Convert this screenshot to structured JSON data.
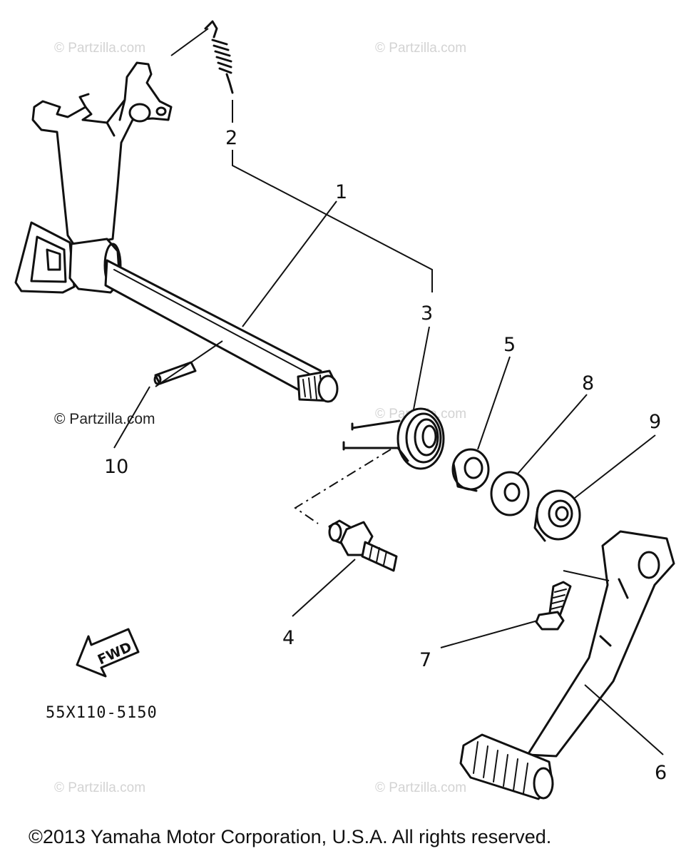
{
  "watermarks": [
    "© Partzilla.com",
    "© Partzilla.com",
    "© Partzilla.com",
    "© Partzilla.com",
    "© Partzilla.com",
    "© Partzilla.com"
  ],
  "watermark_primary": "© Partzilla.com",
  "callouts": [
    "1",
    "2",
    "3",
    "4",
    "5",
    "6",
    "7",
    "8",
    "9",
    "10"
  ],
  "fwd_label": "FWD",
  "diagram_code": "55X110-5150",
  "copyright": "©2013  Yamaha Motor Corporation, U.S.A. All rights reserved.",
  "colors": {
    "ink": "#111111",
    "watermark": "#d3d3d3",
    "background": "#ffffff"
  }
}
